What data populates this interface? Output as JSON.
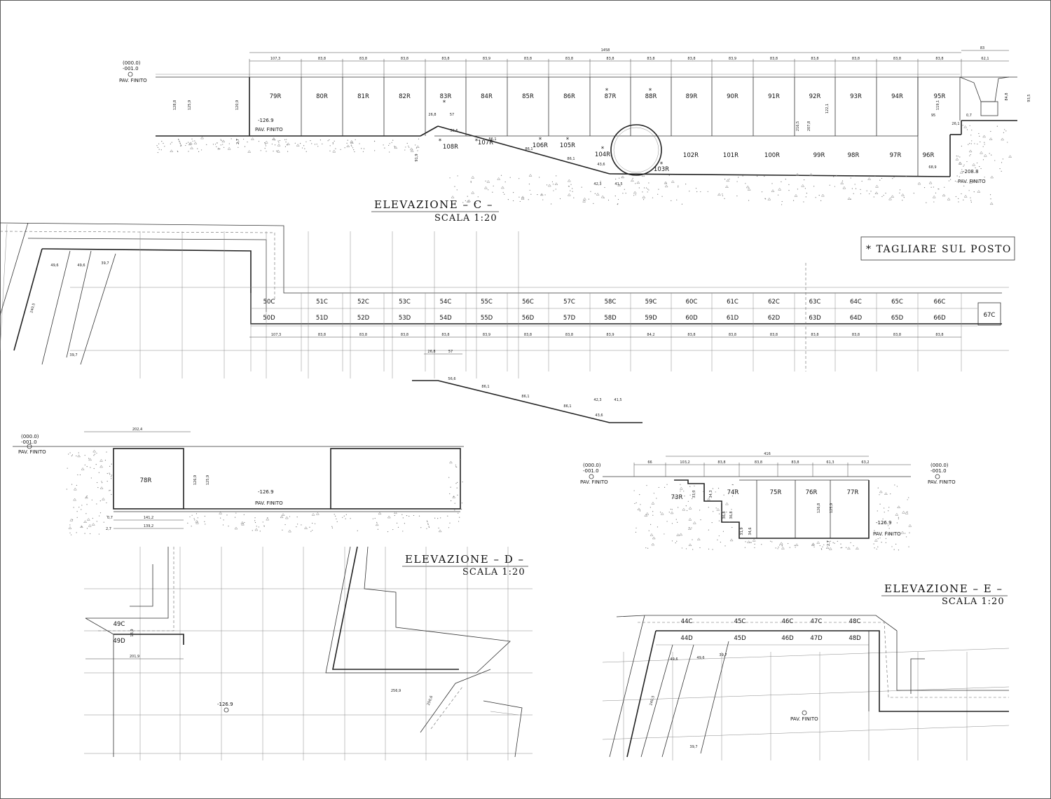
{
  "titles": {
    "c": "ELEVAZIONE – C –",
    "d": "ELEVAZIONE – D –",
    "e": "ELEVAZIONE – E –",
    "scale": "SCALA 1:20"
  },
  "note": "* TAGLIARE SUL POSTO",
  "levels": {
    "zero": "(000.0)",
    "minus1": "-001.0",
    "pav": "PAV. FINITO",
    "m126": "-126.9",
    "m208": "-208.8"
  },
  "elevC": {
    "total": "1458",
    "top_right": "83",
    "top_dims": [
      "107,3",
      "83,8",
      "83,8",
      "83,8",
      "83,8",
      "83,9",
      "83,8",
      "83,8",
      "83,8",
      "83,8",
      "83,8",
      "83,9",
      "83,8",
      "83,8",
      "83,8",
      "83,8",
      "83,8",
      "62,1"
    ],
    "row1": [
      "79R",
      "80R",
      "81R",
      "82R",
      "83R",
      "84R",
      "85R",
      "86R",
      "87R",
      "88R",
      "89R",
      "90R",
      "91R",
      "92R",
      "93R",
      "94R",
      "95R"
    ],
    "row2": [
      "102R",
      "101R",
      "100R",
      "99R",
      "98R",
      "97R",
      "96R"
    ],
    "slope": [
      "108R",
      "107R",
      "106R",
      "105R",
      "104R",
      "103R"
    ],
    "vdims": [
      "128,8",
      "125,9",
      "120,9",
      "216,5",
      "207,8",
      "122,1",
      "119,1",
      "84,8",
      "93,5"
    ],
    "misc": [
      "26,8",
      "57",
      "56,6",
      "86,1",
      "86,1",
      "86,1",
      "43,6",
      "42,3",
      "41,5",
      "95",
      "0,7",
      "26,1",
      "68,9",
      "91,9",
      "2,7"
    ]
  },
  "planC": {
    "rowC": [
      "50C",
      "51C",
      "52C",
      "53C",
      "54C",
      "55C",
      "56C",
      "57C",
      "58C",
      "59C",
      "60C",
      "61C",
      "62C",
      "63C",
      "64C",
      "65C",
      "66C"
    ],
    "rowD": [
      "50D",
      "51D",
      "52D",
      "53D",
      "54D",
      "55D",
      "56D",
      "57D",
      "58D",
      "59D",
      "60D",
      "61D",
      "62D",
      "63D",
      "64D",
      "65D",
      "66D"
    ],
    "extra": "67C",
    "dims": [
      "107,3",
      "83,8",
      "83,8",
      "83,8",
      "83,8",
      "83,9",
      "83,8",
      "83,8",
      "83,9",
      "84,2",
      "83,8",
      "83,8",
      "83,8",
      "83,8",
      "83,8",
      "83,8",
      "83,8"
    ],
    "slope_dims": [
      "26,8",
      "57",
      "56,6",
      "86,1",
      "86,1",
      "86,1",
      "43,6",
      "42,3",
      "41,5"
    ],
    "left_dims": [
      "49,6",
      "49,6",
      "39,7",
      "240,5",
      "39,7"
    ]
  },
  "elevD": {
    "top": "202,4",
    "piece": "78R",
    "bottom": [
      "141,2",
      "139,2"
    ],
    "vdims": [
      "126,9",
      "125,9"
    ],
    "misc": [
      "0,7",
      "2,7"
    ]
  },
  "planD": {
    "pieces": [
      "49C",
      "49D"
    ],
    "dims": [
      "201,9",
      "256,9",
      "18,9",
      "250,6"
    ]
  },
  "elevE": {
    "total": "416",
    "top_dims": [
      "66",
      "103,2",
      "83,8",
      "83,8",
      "83,8",
      "61,3",
      "63,2"
    ],
    "pieces": [
      "73R",
      "74R",
      "75R",
      "76R",
      "77R"
    ],
    "vdims": [
      "33,3",
      "34,3",
      "36,8",
      "36,8",
      "31,9",
      "34,6",
      "126,8",
      "125,9",
      "2,7"
    ]
  },
  "planE": {
    "rowC": [
      "44C",
      "45C",
      "46C",
      "47C",
      "48C"
    ],
    "rowD": [
      "44D",
      "45D",
      "46D",
      "47D",
      "48D"
    ],
    "dims": [
      "49,6",
      "49,6",
      "39,7",
      "240,5",
      "39,7"
    ]
  }
}
